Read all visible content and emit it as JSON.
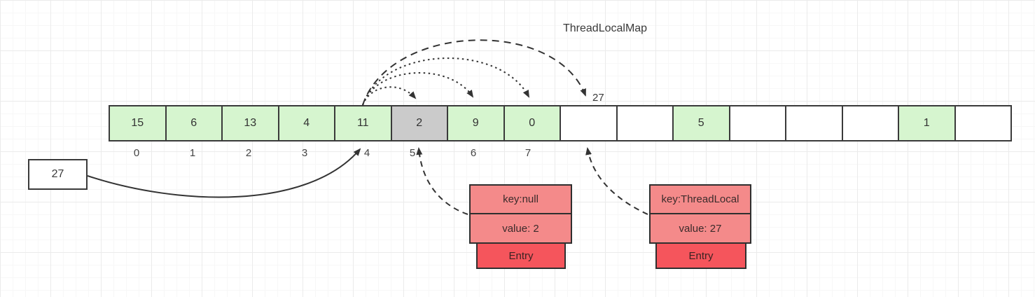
{
  "title": "ThreadLocalMap",
  "array": {
    "cells": [
      {
        "value": "15",
        "state": "green"
      },
      {
        "value": "6",
        "state": "green"
      },
      {
        "value": "13",
        "state": "green"
      },
      {
        "value": "4",
        "state": "green"
      },
      {
        "value": "11",
        "state": "green"
      },
      {
        "value": "2",
        "state": "gray"
      },
      {
        "value": "9",
        "state": "green"
      },
      {
        "value": "0",
        "state": "green"
      },
      {
        "value": "",
        "state": "white"
      },
      {
        "value": "",
        "state": "white"
      },
      {
        "value": "5",
        "state": "green"
      },
      {
        "value": "",
        "state": "white"
      },
      {
        "value": "",
        "state": "white"
      },
      {
        "value": "",
        "state": "white"
      },
      {
        "value": "1",
        "state": "green"
      },
      {
        "value": "",
        "state": "white"
      }
    ],
    "index_labels": [
      "0",
      "1",
      "2",
      "3",
      "4",
      "5",
      "6",
      "7"
    ]
  },
  "annotations": {
    "slot8_incoming_value": "27",
    "external_value_box": "27"
  },
  "entries": [
    {
      "key": "key:null",
      "value": "value: 2",
      "footer": "Entry"
    },
    {
      "key": "key:ThreadLocal",
      "value": "value: 27",
      "footer": "Entry"
    }
  ],
  "colors": {
    "cell_green": "#d6f5cf",
    "cell_gray": "#cbcbcb",
    "entry_row_red": "#f48a8a",
    "entry_footer_red": "#f5555c",
    "stroke": "#333333"
  }
}
